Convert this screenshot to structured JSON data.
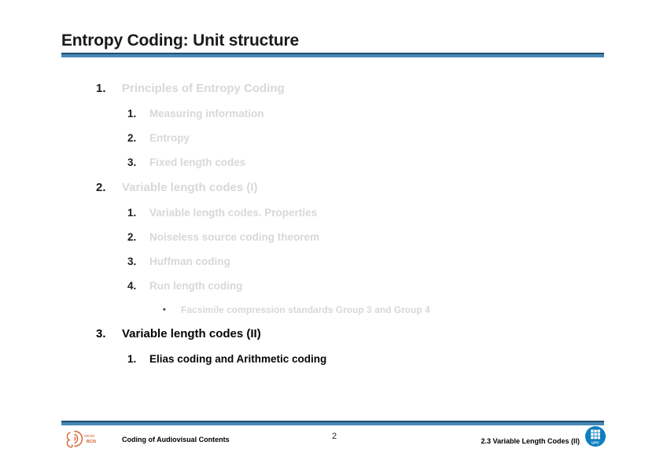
{
  "slide": {
    "title": "Entropy Coding: Unit structure",
    "accent_colors": {
      "rule_dark_blue": "#1e4f70",
      "rule_steel_blue": "#4788b5",
      "dimmed_text": "#d8d8d8",
      "active_text": "#050505"
    }
  },
  "outline": {
    "items": [
      {
        "number": "1.",
        "label": "Principles of Entropy Coding",
        "level": 1,
        "dimmed": true
      },
      {
        "number": "1.",
        "label": "Measuring information",
        "level": 2,
        "dimmed": true
      },
      {
        "number": "2.",
        "label": "Entropy",
        "level": 2,
        "dimmed": true
      },
      {
        "number": "3.",
        "label": "Fixed length codes",
        "level": 2,
        "dimmed": true
      },
      {
        "number": "2.",
        "label": "Variable length codes (I)",
        "level": 1,
        "dimmed": true
      },
      {
        "number": "1.",
        "label": "Variable length codes. Properties",
        "level": 2,
        "dimmed": true
      },
      {
        "number": "2.",
        "label": "Noiseless source coding theorem",
        "level": 2,
        "dimmed": true
      },
      {
        "number": "3.",
        "label": "Huffman coding",
        "level": 2,
        "dimmed": true
      },
      {
        "number": "4.",
        "label": "Run length coding",
        "level": 2,
        "dimmed": true
      },
      {
        "number": "•",
        "label": "Facsimile compression standards Group 3 and Group 4",
        "level": 3,
        "dimmed": true
      },
      {
        "number": "3.",
        "label": "Variable length codes (II)",
        "level": 1,
        "dimmed": false
      },
      {
        "number": "1.",
        "label": "Elias coding and Arithmetic coding",
        "level": 2,
        "dimmed": false
      }
    ]
  },
  "footer": {
    "course": "Coding of Audiovisual Contents",
    "page": "2",
    "section": "2.3 Variable Length Codes (II)",
    "left_logo": {
      "text_top": "vircon",
      "text_bottom": "BCN",
      "color": "#d4602a"
    },
    "right_logo": {
      "text": "UPC",
      "color": "#0e7ec0"
    }
  }
}
